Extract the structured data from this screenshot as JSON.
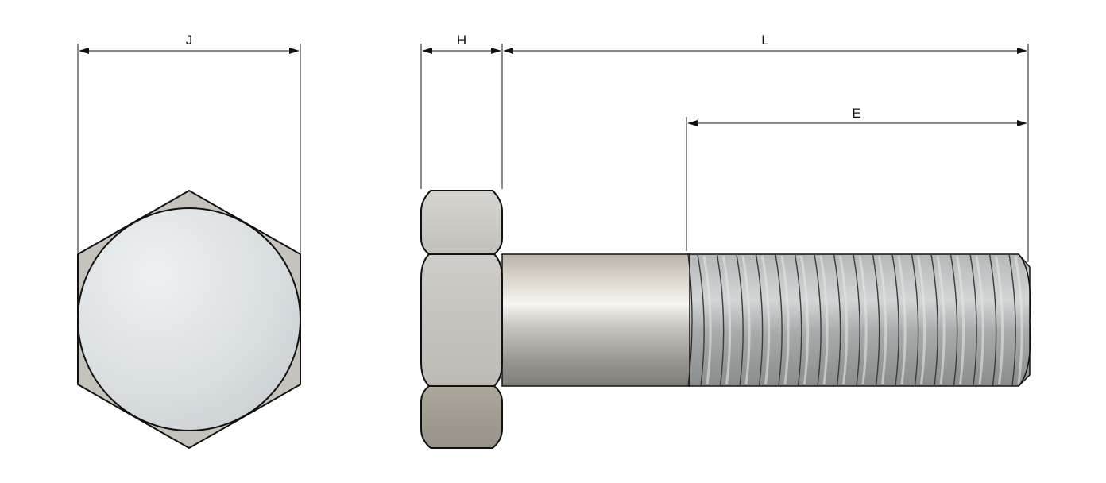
{
  "dimensions": {
    "head_width": {
      "label": "J"
    },
    "head_height": {
      "label": "H"
    },
    "bolt_length": {
      "label": "L"
    },
    "thread_length": {
      "label": "E"
    }
  },
  "colors": {
    "head_face": "#dfe3e6",
    "hex_body": "#c9c7c2",
    "hex_dark": "#a7a39a",
    "shank_light": "#f3f1ec",
    "shank_mid": "#cdcac2",
    "shank_dark": "#8c8a84",
    "thread_crest": "#c7c9c9",
    "thread_root": "#6f7272",
    "line": "#111111"
  }
}
